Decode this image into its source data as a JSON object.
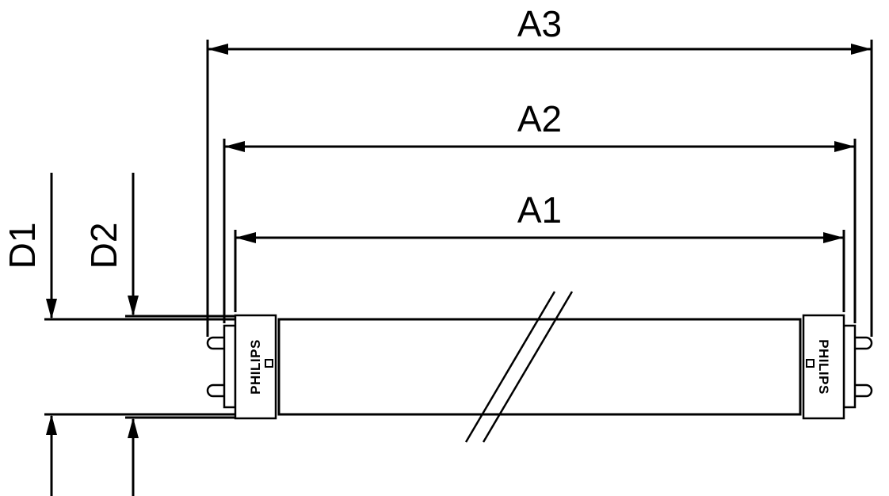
{
  "diagram": {
    "title": "LED tube dimensional drawing",
    "background_color": "#ffffff",
    "line_color": "#000000",
    "dimension_labels": {
      "a3": "A3",
      "a2": "A2",
      "a1": "A1",
      "d1": "D1",
      "d2": "D2"
    },
    "tube": {
      "brand_left": "PHILIPS",
      "brand_right": "PHILIPS"
    }
  }
}
